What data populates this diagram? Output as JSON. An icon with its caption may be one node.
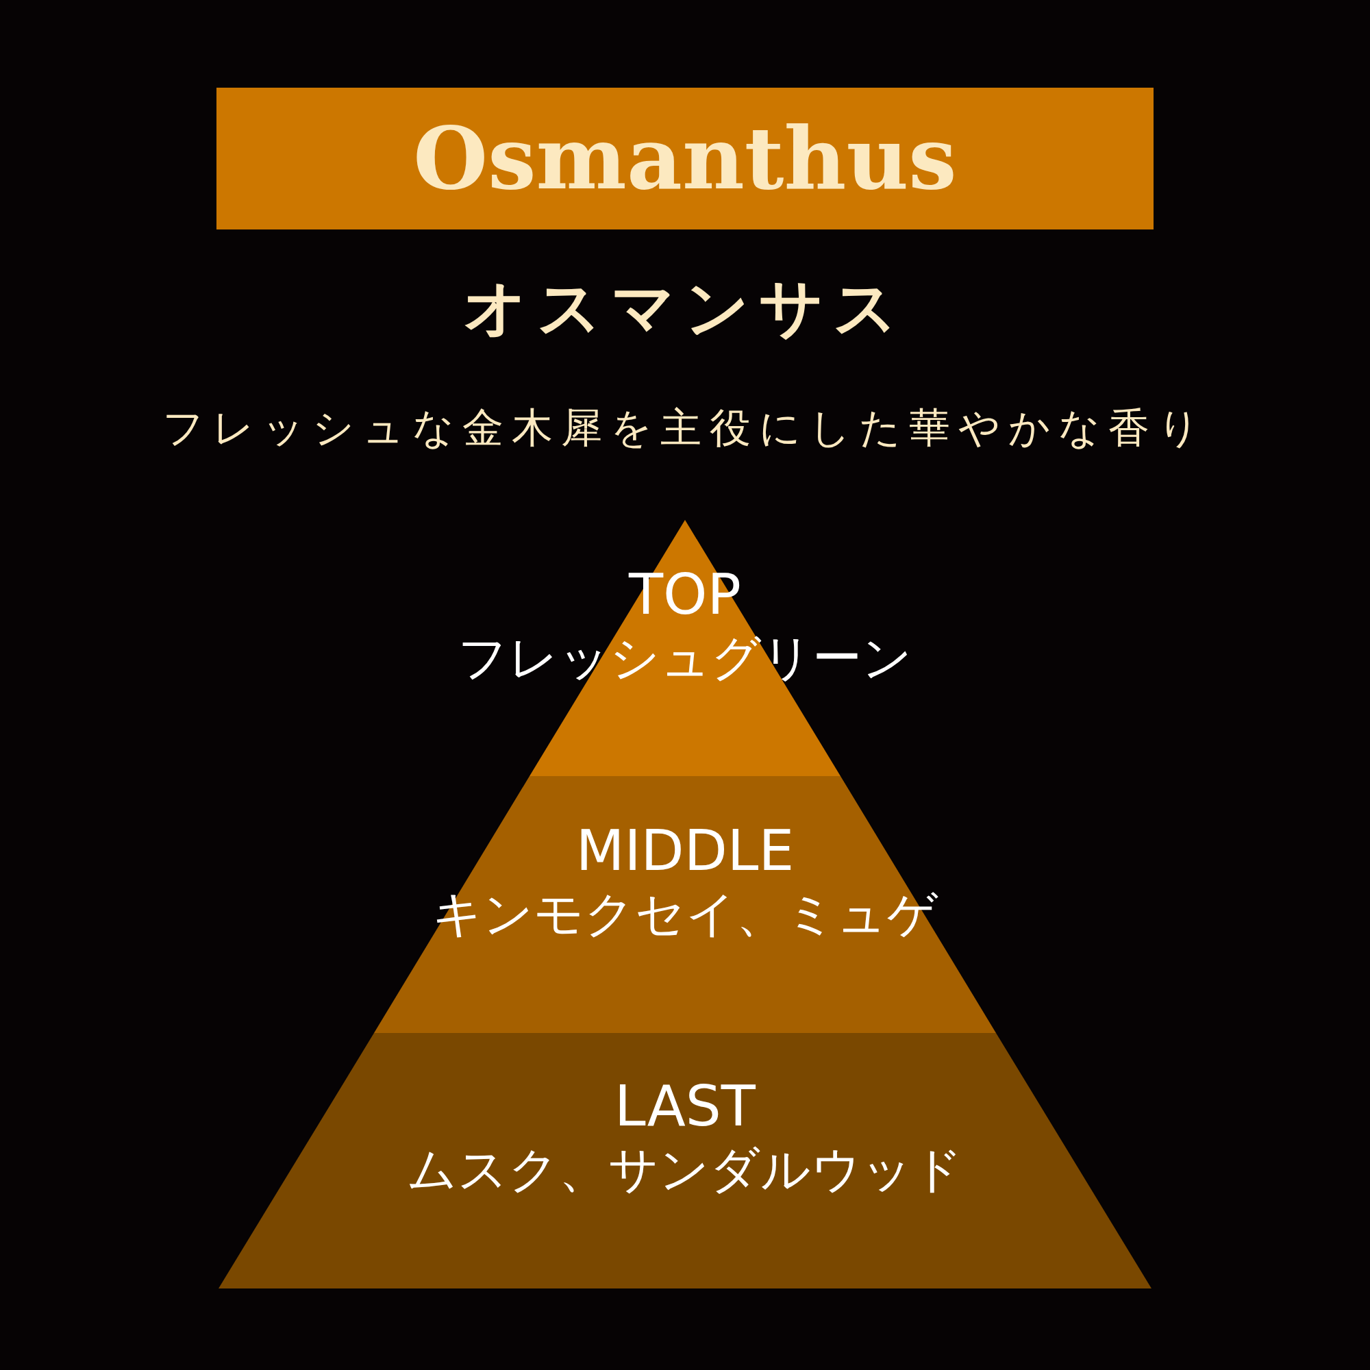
{
  "diagram": {
    "nodes": [
      {
        "text": [
          "Osmanthus"
        ]
      },
      {
        "text": [
          "TOP",
          "フレッシュグリーン"
        ]
      },
      {
        "text": [
          "MIDDLE",
          "キンモクセイ、ミュゲ"
        ]
      },
      {
        "text": [
          "LAST",
          "ムスク、サンダルウッド"
        ]
      }
    ],
    "labels": [
      "オスマンサス",
      "フレッシュな金木犀を主役にした華やかな香り"
    ]
  }
}
